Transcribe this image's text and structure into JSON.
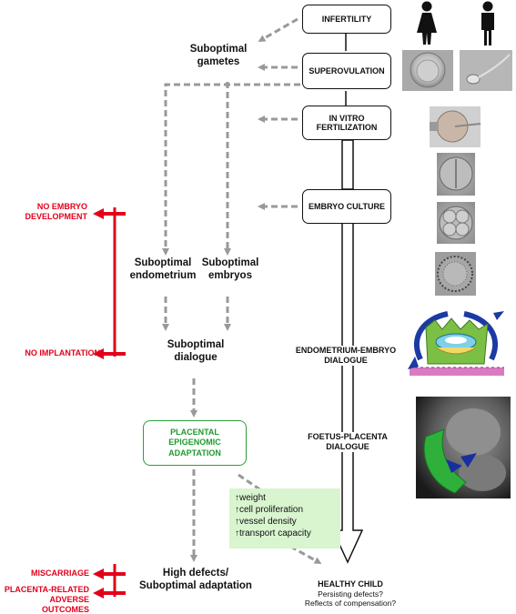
{
  "steps": {
    "infertility": "INFERTILITY",
    "superovulation": "SUPEROVULATION",
    "ivf_line1": "IN VITRO",
    "ivf_line2": "FERTILIZATION",
    "embryo_culture": "EMBRYO CULTURE",
    "endo_dialogue_line1": "ENDOMETRIUM-EMBRYO",
    "endo_dialogue_line2": "DIALOGUE",
    "foetus_dialogue_line1": "FOETUS-PLACENTA",
    "foetus_dialogue_line2": "DIALOGUE"
  },
  "outcome": {
    "title": "HEALTHY CHILD",
    "q1": "Persisting defects?",
    "q2": "Reflects of compensation?"
  },
  "suboptimal": {
    "gametes_line1": "Suboptimal",
    "gametes_line2": "gametes",
    "endometrium_line1": "Suboptimal",
    "endometrium_line2": "endometrium",
    "embryos_line1": "Suboptimal",
    "embryos_line2": "embryos",
    "dialogue_line1": "Suboptimal",
    "dialogue_line2": "dialogue",
    "defects_line1": "High defects/",
    "defects_line2": "Suboptimal adaptation"
  },
  "placental": {
    "line1": "PLACENTAL",
    "line2": "EPIGENOMIC",
    "line3": "ADAPTATION"
  },
  "effects": [
    "↑weight",
    "↑cell proliferation",
    "↑vessel density",
    "↑transport capacity"
  ],
  "adverse": {
    "no_embryo_line1": "NO EMBRYO",
    "no_embryo_line2": "DEVELOPMENT",
    "no_implantation": "NO IMPLANTATION",
    "miscarriage": "MISCARRIAGE",
    "placenta_line1": "PLACENTA-RELATED",
    "placenta_line2": "ADVERSE OUTCOMES"
  },
  "icons": {
    "female": "female-person-icon",
    "male": "male-person-icon"
  },
  "colors": {
    "arrow_gray": "#999999",
    "adverse_red": "#e3001b",
    "placental_green": "#2e9e3a",
    "effects_bg": "#d8f5cf"
  }
}
